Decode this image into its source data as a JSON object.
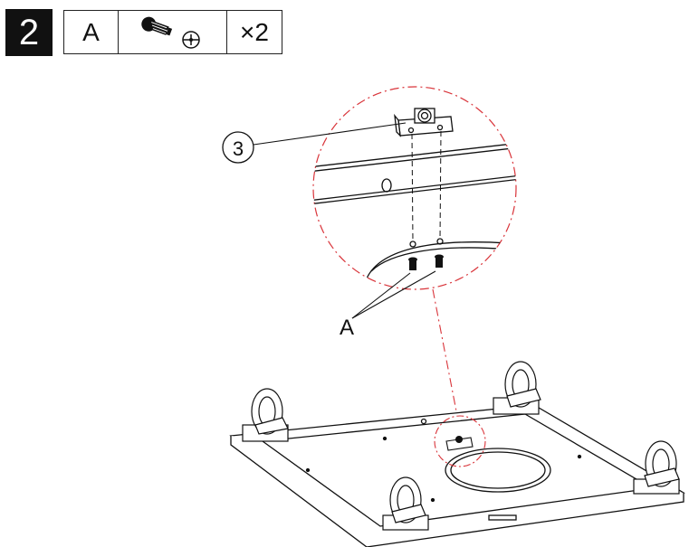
{
  "step": {
    "number": "2"
  },
  "parts": {
    "label": "A",
    "icon": "screw-icon",
    "quantity": "×2"
  },
  "callouts": {
    "bracket_ref": "3",
    "screw_ref": "A"
  },
  "colors": {
    "line": "#111111",
    "detail_circle": "#d9343a",
    "badge_bg": "#111111",
    "badge_text": "#ffffff"
  }
}
